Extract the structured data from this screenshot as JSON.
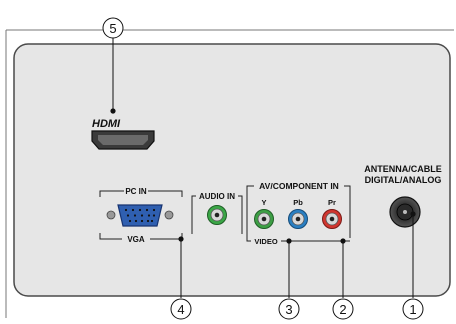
{
  "hdmi_logo": "HDMI",
  "pc_in_label": "PC IN",
  "vga_label": "VGA",
  "audio_in_label": "AUDIO IN",
  "av_component_label": "AV/COMPONENT IN",
  "y_label": "Y",
  "pb_label": "Pb",
  "pr_label": "Pr",
  "video_label": "VIDEO",
  "antenna_line1": "ANTENNA/CABLE",
  "antenna_line2": "DIGITAL/ANALOG",
  "callouts": [
    "5",
    "4",
    "3",
    "2",
    "1"
  ],
  "colors": {
    "panel_fill": "#e6e6e6",
    "panel_stroke": "#4a4a4a",
    "rca_green": "#3d9f45",
    "rca_blue": "#2a7fc2",
    "rca_red": "#d1362f",
    "vga_blue": "#2f5fb0",
    "audio_green": "#3aa646"
  }
}
